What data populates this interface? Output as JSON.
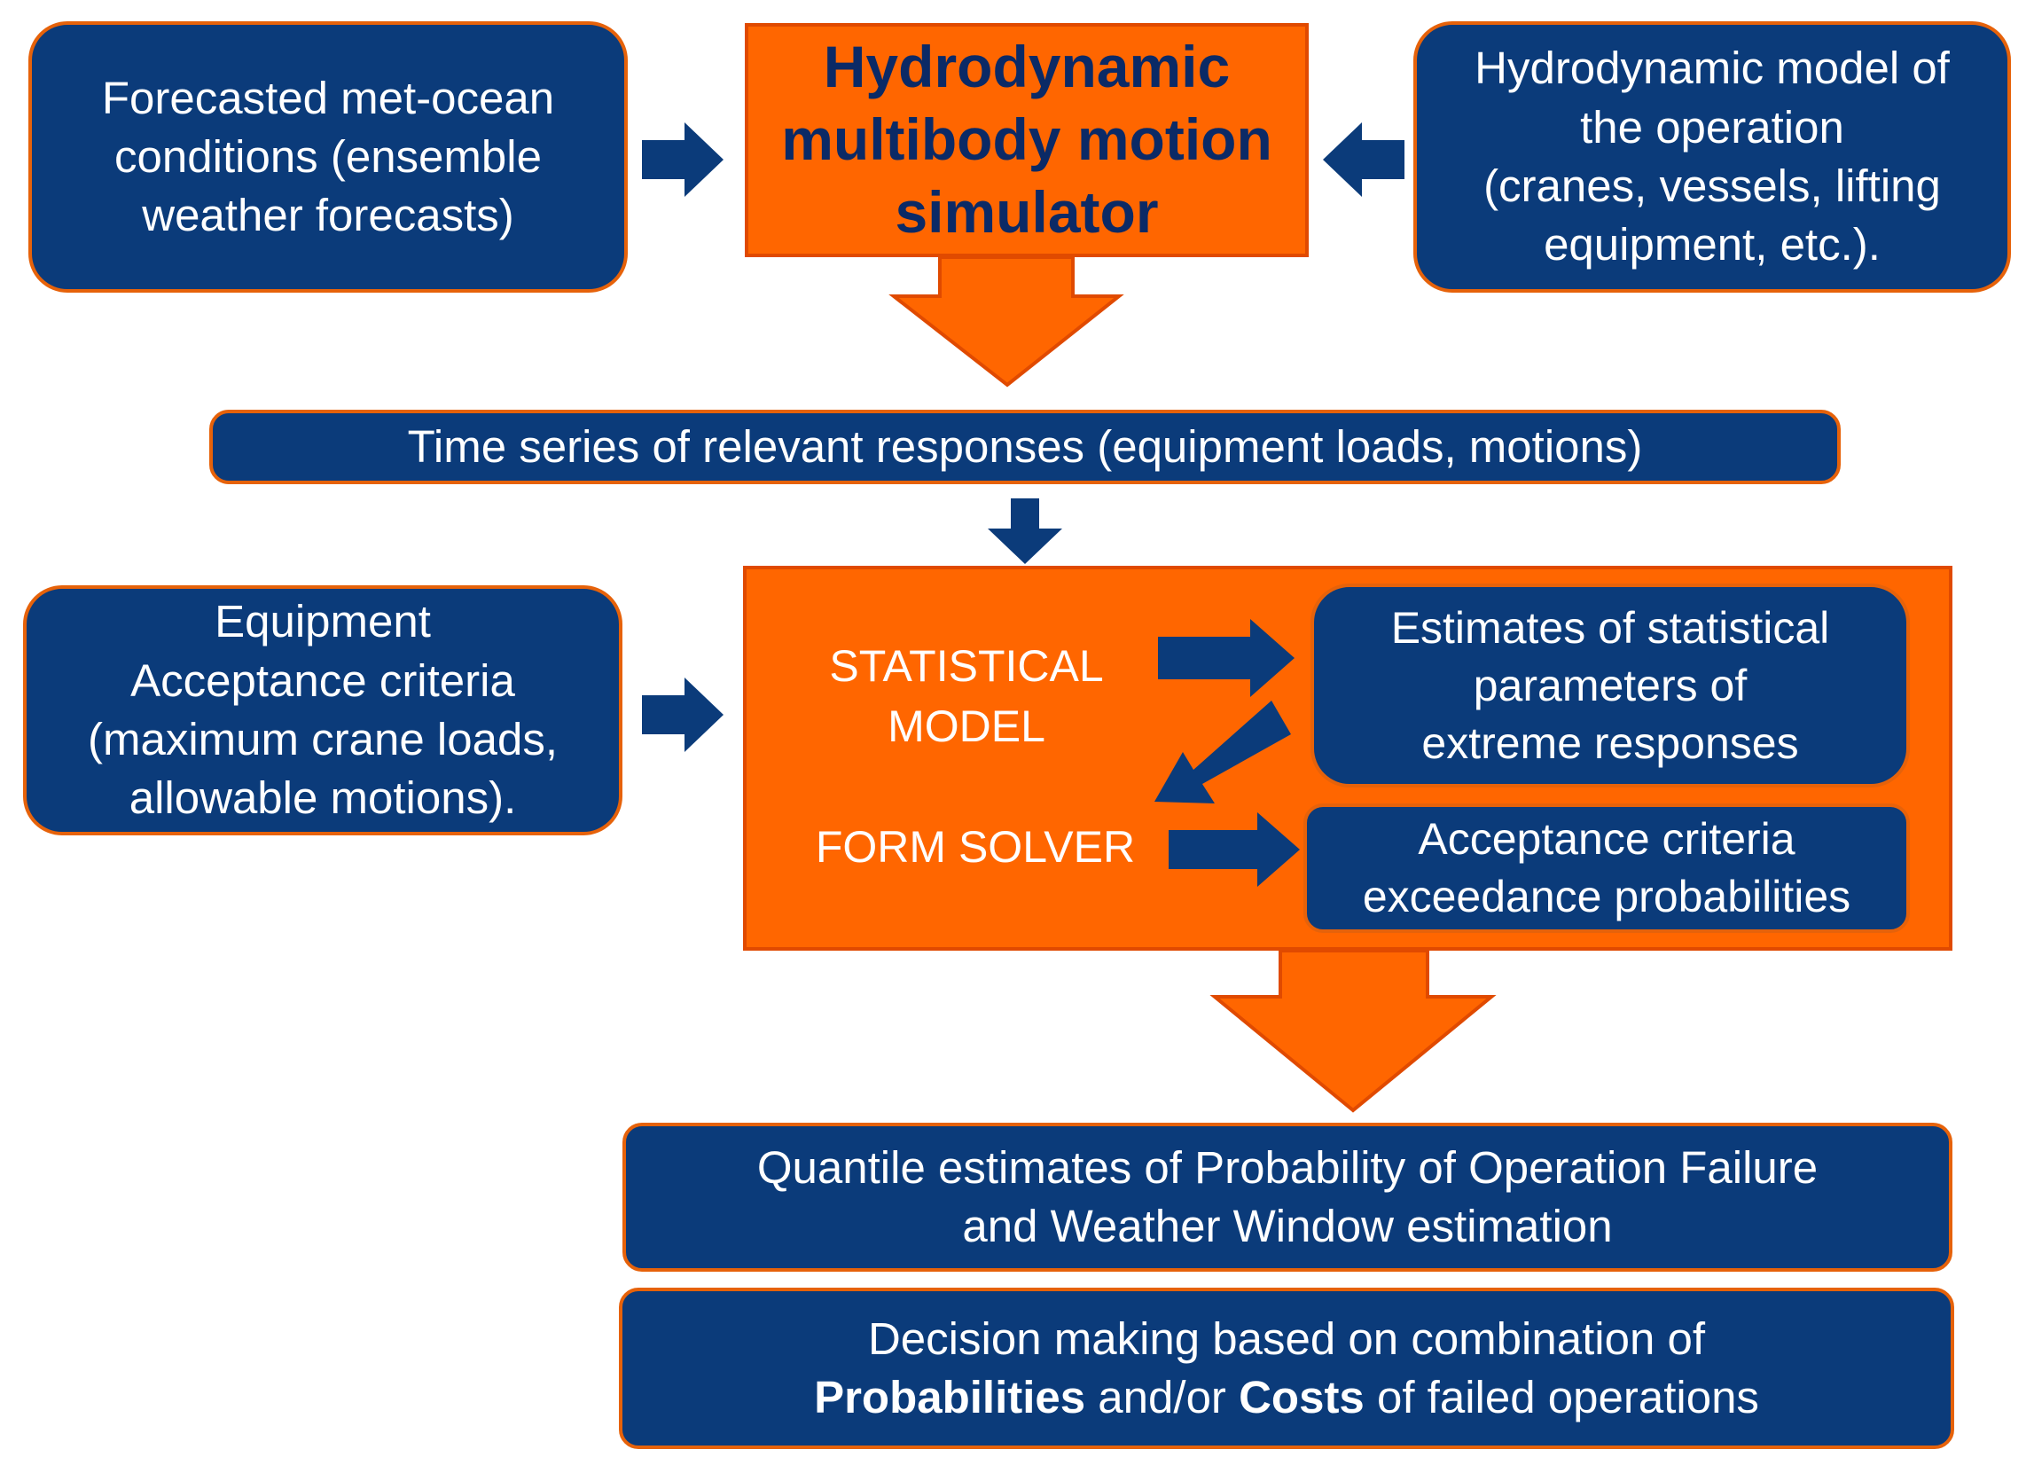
{
  "colors": {
    "blue": "#0b3b7a",
    "orange": "#ff6600",
    "orange_border": "#e04a00",
    "title_text": "#0b2a66"
  },
  "inputs": {
    "forecast": [
      "Forecasted met-ocean",
      "conditions (ensemble",
      "weather forecasts)"
    ],
    "model": [
      "Hydrodynamic model of",
      "the operation",
      "(cranes, vessels, lifting",
      "equipment, etc.)."
    ],
    "criteria": [
      "Equipment",
      "Acceptance criteria",
      "(maximum crane loads,",
      "allowable motions)."
    ]
  },
  "simulator": [
    "Hydrodynamic",
    "multibody motion",
    "simulator"
  ],
  "time_series": "Time series of relevant responses (equipment loads, motions)",
  "stat_block": {
    "statistical_model": [
      "STATISTICAL",
      "MODEL"
    ],
    "form_solver": "FORM SOLVER",
    "estimates": [
      "Estimates of statistical",
      "parameters of",
      "extreme responses"
    ],
    "exceedance": [
      "Acceptance criteria",
      "exceedance probabilities"
    ]
  },
  "quantile": [
    "Quantile estimates of Probability of Operation Failure",
    "and Weather Window estimation"
  ],
  "decision": {
    "line1": "Decision making based on combination of",
    "bold1": "Probabilities",
    "mid": " and/or ",
    "bold2": "Costs",
    "tail": " of failed operations"
  }
}
